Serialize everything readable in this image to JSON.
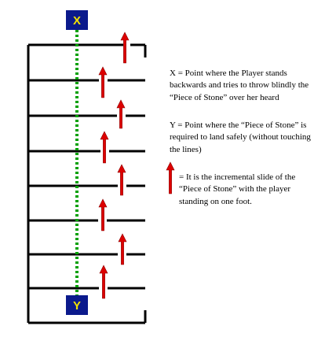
{
  "diagram": {
    "markers": {
      "start_label": "X",
      "end_label": "Y",
      "box_color": "#0b1a8c",
      "label_color": "#f2e300"
    },
    "colors": {
      "line": "#000000",
      "path": "#00a000",
      "arrow": "#dd0000"
    },
    "legend": {
      "x_description": "X = Point where the Player stands backwards and tries to throw blindly the “Piece of Stone” over her heard",
      "y_description": "Y = Point where the “Piece of Stone” is required to land safely (without touching the lines)",
      "arrow_description": "= It is the incremental slide of the “Piece of Stone” with the player standing on one foot."
    },
    "icons": [
      "red-up-arrow-icon"
    ]
  }
}
